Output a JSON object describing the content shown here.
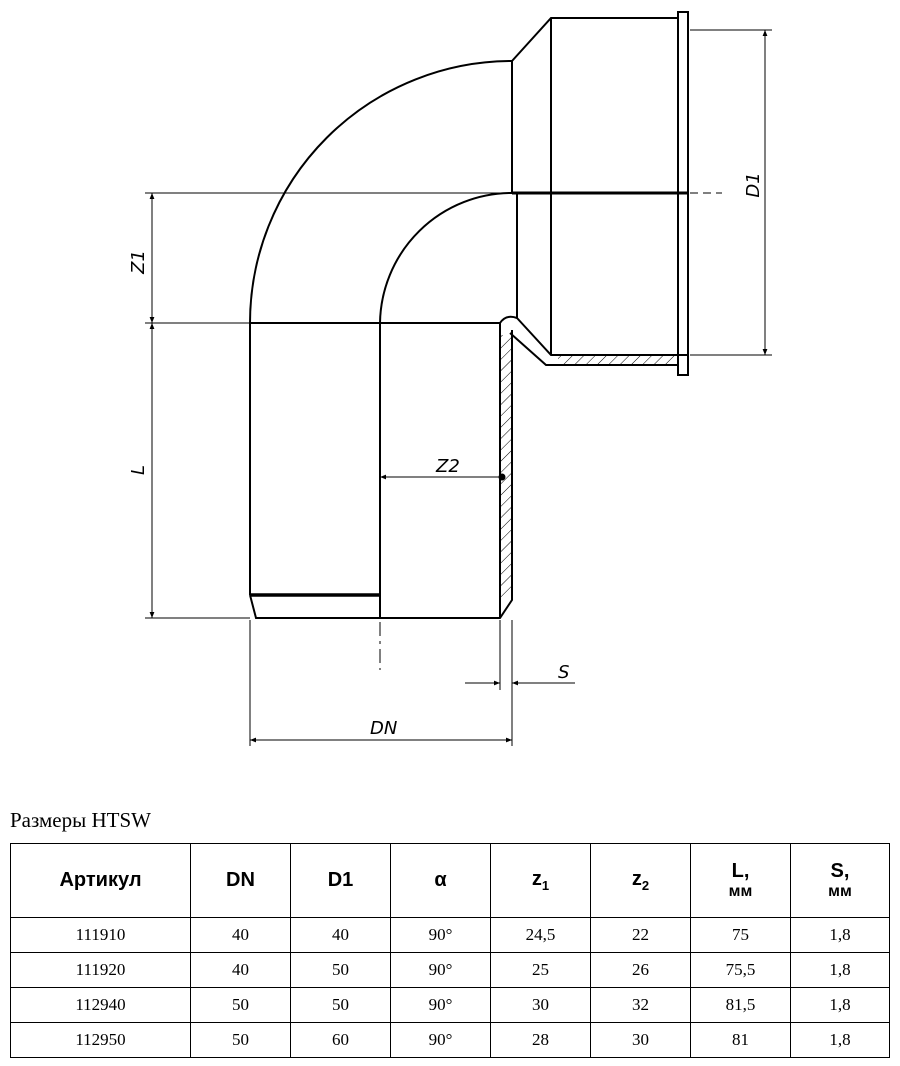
{
  "drawing": {
    "labels": {
      "z1": "Z1",
      "l": "L",
      "d1": "D1",
      "z2": "Z2",
      "dn": "DN",
      "s": "S"
    }
  },
  "caption": "Размеры HTSW",
  "table": {
    "headers": [
      {
        "main": "Артикул"
      },
      {
        "main": "DN"
      },
      {
        "main": "D1"
      },
      {
        "main": "α"
      },
      {
        "main": "z",
        "sub": "1"
      },
      {
        "main": "z",
        "sub": "2"
      },
      {
        "main": "L,",
        "unit": "мм"
      },
      {
        "main": "S,",
        "unit": "мм"
      }
    ],
    "rows": [
      [
        "111910",
        "40",
        "40",
        "90°",
        "24,5",
        "22",
        "75",
        "1,8"
      ],
      [
        "111920",
        "40",
        "50",
        "90°",
        "25",
        "26",
        "75,5",
        "1,8"
      ],
      [
        "112940",
        "50",
        "50",
        "90°",
        "30",
        "32",
        "81,5",
        "1,8"
      ],
      [
        "112950",
        "50",
        "60",
        "90°",
        "28",
        "30",
        "81",
        "1,8"
      ]
    ]
  }
}
